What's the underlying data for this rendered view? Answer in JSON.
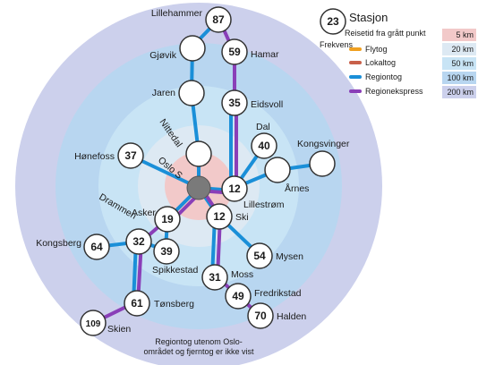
{
  "colors": {
    "zone_200": "#ccd0ec",
    "zone_100": "#b8d6f0",
    "zone_50": "#c8e4f5",
    "zone_20": "#dde9f3",
    "zone_5": "#f2c9c9",
    "line_flytog": "#f0a020",
    "line_lokaltog": "#c8604a",
    "line_regiontog": "#1a8fd8",
    "line_regionekspress": "#8a3fb8",
    "hub": "#7a7a7a"
  },
  "hub": {
    "name": "Oslo S"
  },
  "stations": [
    {
      "id": "lillehammer",
      "name": "Lillehammer",
      "time": "87"
    },
    {
      "id": "gjovik",
      "name": "Gjøvik",
      "time": ""
    },
    {
      "id": "hamar",
      "name": "Hamar",
      "time": "59"
    },
    {
      "id": "jaren",
      "name": "Jaren",
      "time": ""
    },
    {
      "id": "eidsvoll",
      "name": "Eidsvoll",
      "time": "35"
    },
    {
      "id": "nittedal",
      "name": "Nittedal",
      "time": ""
    },
    {
      "id": "dal",
      "name": "Dal",
      "time": "40"
    },
    {
      "id": "kongsvinger",
      "name": "Kongsvinger",
      "time": ""
    },
    {
      "id": "arnes",
      "name": "Årnes",
      "time": ""
    },
    {
      "id": "honefoss",
      "name": "Hønefoss",
      "time": "37"
    },
    {
      "id": "lillestrom",
      "name": "Lillestrøm",
      "time": "12"
    },
    {
      "id": "asker",
      "name": "Asker",
      "time": "19"
    },
    {
      "id": "ski",
      "name": "Ski",
      "time": "12"
    },
    {
      "id": "drammen",
      "name": "Drammen",
      "time": "32"
    },
    {
      "id": "kongsberg",
      "name": "Kongsberg",
      "time": "64"
    },
    {
      "id": "spikkestad",
      "name": "Spikkestad",
      "time": "39"
    },
    {
      "id": "mysen",
      "name": "Mysen",
      "time": "54"
    },
    {
      "id": "moss",
      "name": "Moss",
      "time": "31"
    },
    {
      "id": "fredrikstad",
      "name": "Fredrikstad",
      "time": "49"
    },
    {
      "id": "halden",
      "name": "Halden",
      "time": "70"
    },
    {
      "id": "tonsberg",
      "name": "Tønsberg",
      "time": "61"
    },
    {
      "id": "skien",
      "name": "Skien",
      "time": "109"
    }
  ],
  "legend": {
    "sample_time": "23",
    "station_label": "Stasjon",
    "travel_label": "Reisetid fra grått punkt",
    "frequency_label": "Frekvens",
    "lines": [
      {
        "key": "flytog",
        "label": "Flytog",
        "color": "#f0a020"
      },
      {
        "key": "lokaltog",
        "label": "Lokaltog",
        "color": "#c8604a"
      },
      {
        "key": "regiontog",
        "label": "Regiontog",
        "color": "#1a8fd8"
      },
      {
        "key": "regionekspress",
        "label": "Regionekspress",
        "color": "#8a3fb8"
      }
    ],
    "zones": [
      {
        "label": "5 km",
        "color": "#f2c9c9"
      },
      {
        "label": "20 km",
        "color": "#dde9f3"
      },
      {
        "label": "50 km",
        "color": "#c8e4f5"
      },
      {
        "label": "100 km",
        "color": "#b8d6f0"
      },
      {
        "label": "200 km",
        "color": "#ccd0ec"
      }
    ]
  },
  "footnote": {
    "line1": "Regiontog utenom Oslo-",
    "line2": "området og fjerntog er ikke vist"
  }
}
